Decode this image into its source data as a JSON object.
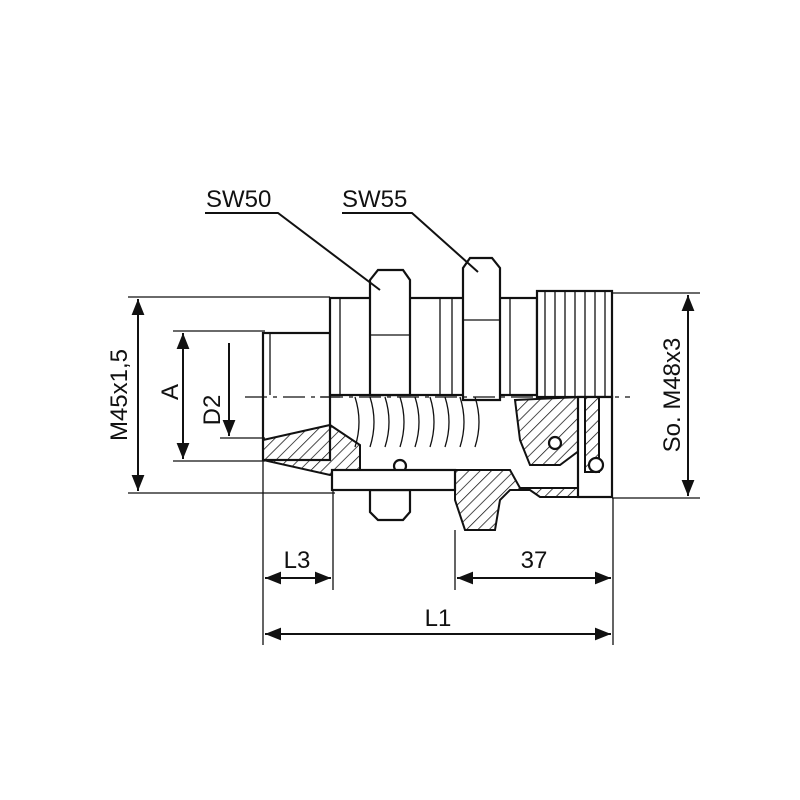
{
  "labels": {
    "sw50": "SW50",
    "sw55": "SW55",
    "m45": "M45x1,5",
    "a": "A",
    "d2": "D2",
    "so_m48": "So. M48x3",
    "l3": "L3",
    "dim37": "37",
    "l1": "L1"
  },
  "colors": {
    "line": "#111111",
    "background": "#ffffff"
  }
}
